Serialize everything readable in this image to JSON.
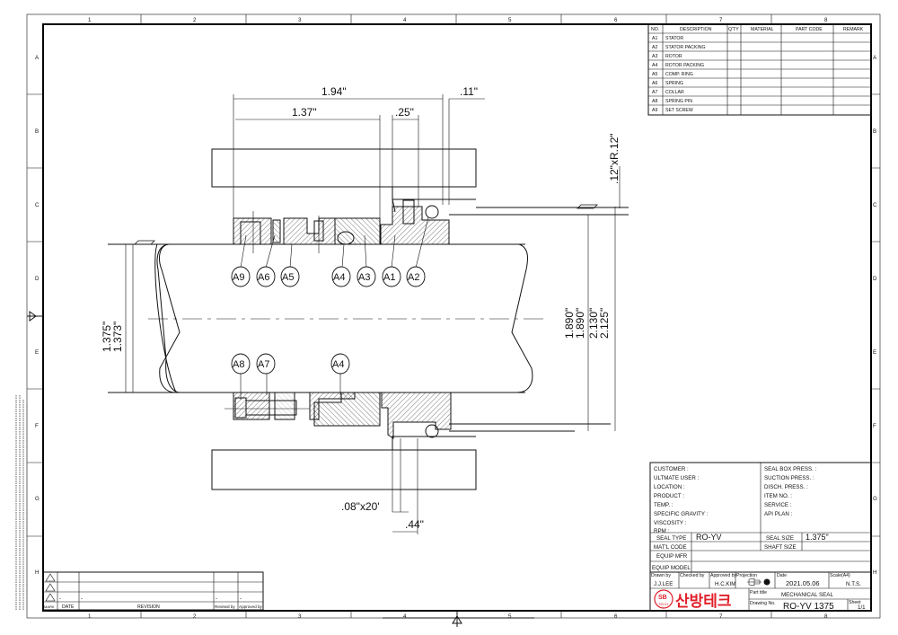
{
  "grid": {
    "columns": [
      "1",
      "2",
      "3",
      "4",
      "5",
      "6",
      "7",
      "8"
    ],
    "rows": [
      "A",
      "B",
      "C",
      "D",
      "E",
      "F",
      "G",
      "H"
    ]
  },
  "parts_table": {
    "headers": [
      "NO.",
      "DESCRIPTION",
      "Q'TY",
      "MATERIAL",
      "PART CODE",
      "REMARK"
    ],
    "rows": [
      {
        "no": "A1",
        "description": "STATOR"
      },
      {
        "no": "A2",
        "description": "STATOR PACKING"
      },
      {
        "no": "A3",
        "description": "ROTOR"
      },
      {
        "no": "A4",
        "description": "ROTOR PACKING"
      },
      {
        "no": "A5",
        "description": "COMP. RING"
      },
      {
        "no": "A6",
        "description": "SPRING"
      },
      {
        "no": "A7",
        "description": "COLLAR"
      },
      {
        "no": "A8",
        "description": "SPRING PIN"
      },
      {
        "no": "A9",
        "description": "SET SCREW"
      }
    ]
  },
  "dimensions": {
    "overall": "1.94\"",
    "inner": "1.37\"",
    "gap": ".25\"",
    "right_offset": ".11\"",
    "chamfer_radius": ".12\"xR.12\"",
    "shaft_max": "1.375\"",
    "shaft_min": "1.373\"",
    "bore_a": "1.890\"",
    "bore_b": "1.890\"",
    "gland_a": "2.130\"",
    "gland_b": "2.125\"",
    "chamfer": ".08\"x20'",
    "depth": ".44\""
  },
  "balloons": {
    "top": [
      "A9",
      "A6",
      "A5",
      "A4",
      "A3",
      "A1",
      "A2"
    ],
    "bottom": [
      "A8",
      "A7",
      "A4"
    ]
  },
  "info": {
    "left": [
      "CUSTOMER :",
      "ULTMATE USER :",
      "LOCATION :",
      "PRODUCT :",
      "TEMP. :",
      "SPECIFIC GRAVITY :",
      "VISCOSITY :",
      "RPM :"
    ],
    "right": [
      "SEAL BOX PRESS. :",
      "SUCTION PRESS. :",
      "DISCH. PRESS. :",
      "ITEM NO. :",
      "SERVICE :",
      "API PLAN :"
    ],
    "seal_type_label": "SEAL TYPE",
    "seal_type": "RO-YV",
    "seal_size_label": "SEAL SIZE",
    "seal_size": "1.375\"",
    "matl_code_label": "MAT'L CODE",
    "shaft_size_label": "SHAFT SIZE",
    "equip_mfr_label": "EQUIP MFR",
    "equip_model_label": "EQUIP MODEL"
  },
  "title_block": {
    "drawn_by_label": "Drawn by",
    "drawn_by": "J.J.LEE",
    "checked_by_label": "Checked by",
    "approved_by_label": "Approved by",
    "approved_by": "H.C.KIM",
    "projection_label": "Projection",
    "date_label": "Date",
    "date": "2021.05.06",
    "scale_label": "Scale(A4)",
    "scale": "N.T.S.",
    "part_title_label": "Part title",
    "part_title": "MECHANICAL SEAL",
    "drawing_no_label": "Drawing No.",
    "drawing_no": "RO-YV 1375",
    "sheet_label": "Sheet",
    "sheet": "1/1",
    "logo_badge_top": "SB",
    "logo_badge_bottom": "TECH",
    "company": "산방테크"
  },
  "revision_block": {
    "headers": [
      "MARK",
      "DATE",
      "REVISION",
      "Revised by",
      "Approved by"
    ],
    "rows": [
      {
        "date": "",
        "revision": "",
        "revised": "",
        "approved": ""
      },
      {
        "date": "",
        "revision": "",
        "revised": "",
        "approved": ""
      },
      {
        "date": "-",
        "revision": "-",
        "revised": "-",
        "approved": "-"
      }
    ]
  },
  "colors": {
    "logo_red": "#e0202a",
    "logo_blue": "#2a4fa0"
  }
}
